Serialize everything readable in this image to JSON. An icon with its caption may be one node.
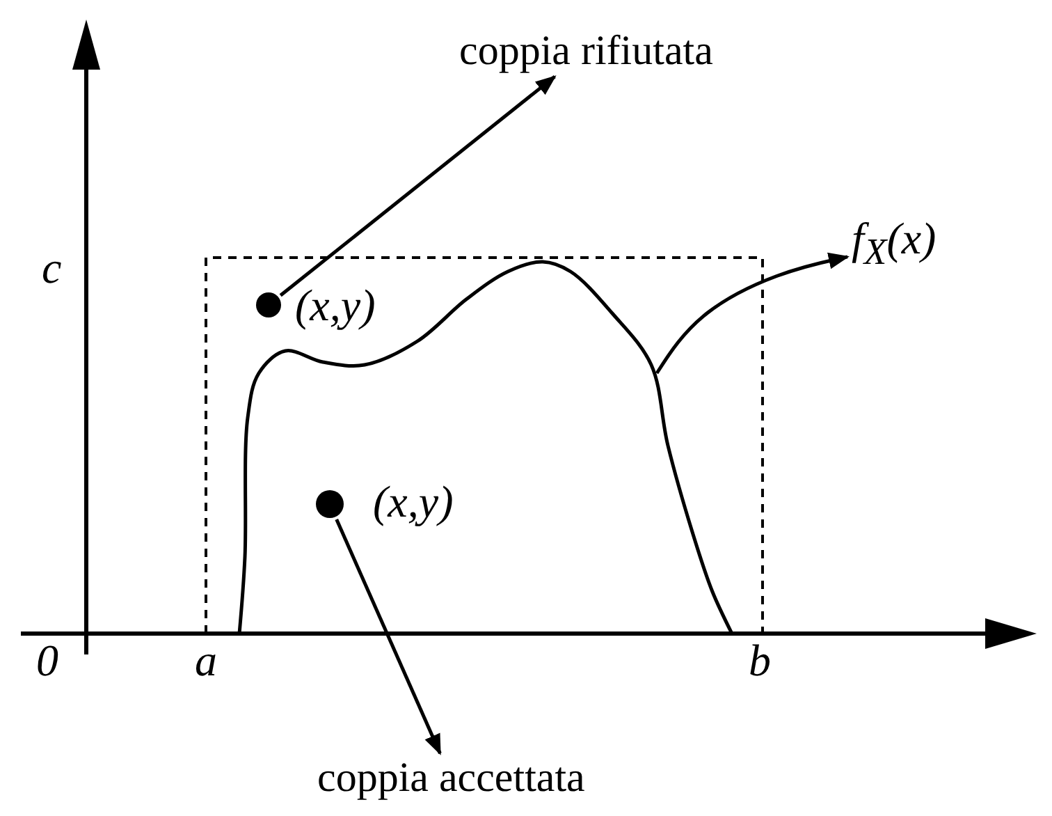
{
  "diagram": {
    "nodes": [
      {
        "text": [
          "coppia rifiutata"
        ]
      },
      {
        "text": [],
        "shape": "circle",
        "beside": [
          "(x,y)"
        ]
      },
      {
        "text": [
          "f$_{X}$(x)"
        ]
      },
      {
        "text": [],
        "shape": "circle",
        "beside": [
          "(x,y)"
        ]
      },
      {
        "text": [
          "coppia accettata"
        ]
      }
    ],
    "edges": [
      {
        "from": 1,
        "to": 0,
        "arrow": "to"
      },
      {
        "from": null,
        "to": 2,
        "arrow": "to"
      },
      {
        "from": 3,
        "to": 4,
        "arrow": "to"
      }
    ],
    "labels": [
      "c",
      "0",
      "a",
      "b"
    ]
  }
}
